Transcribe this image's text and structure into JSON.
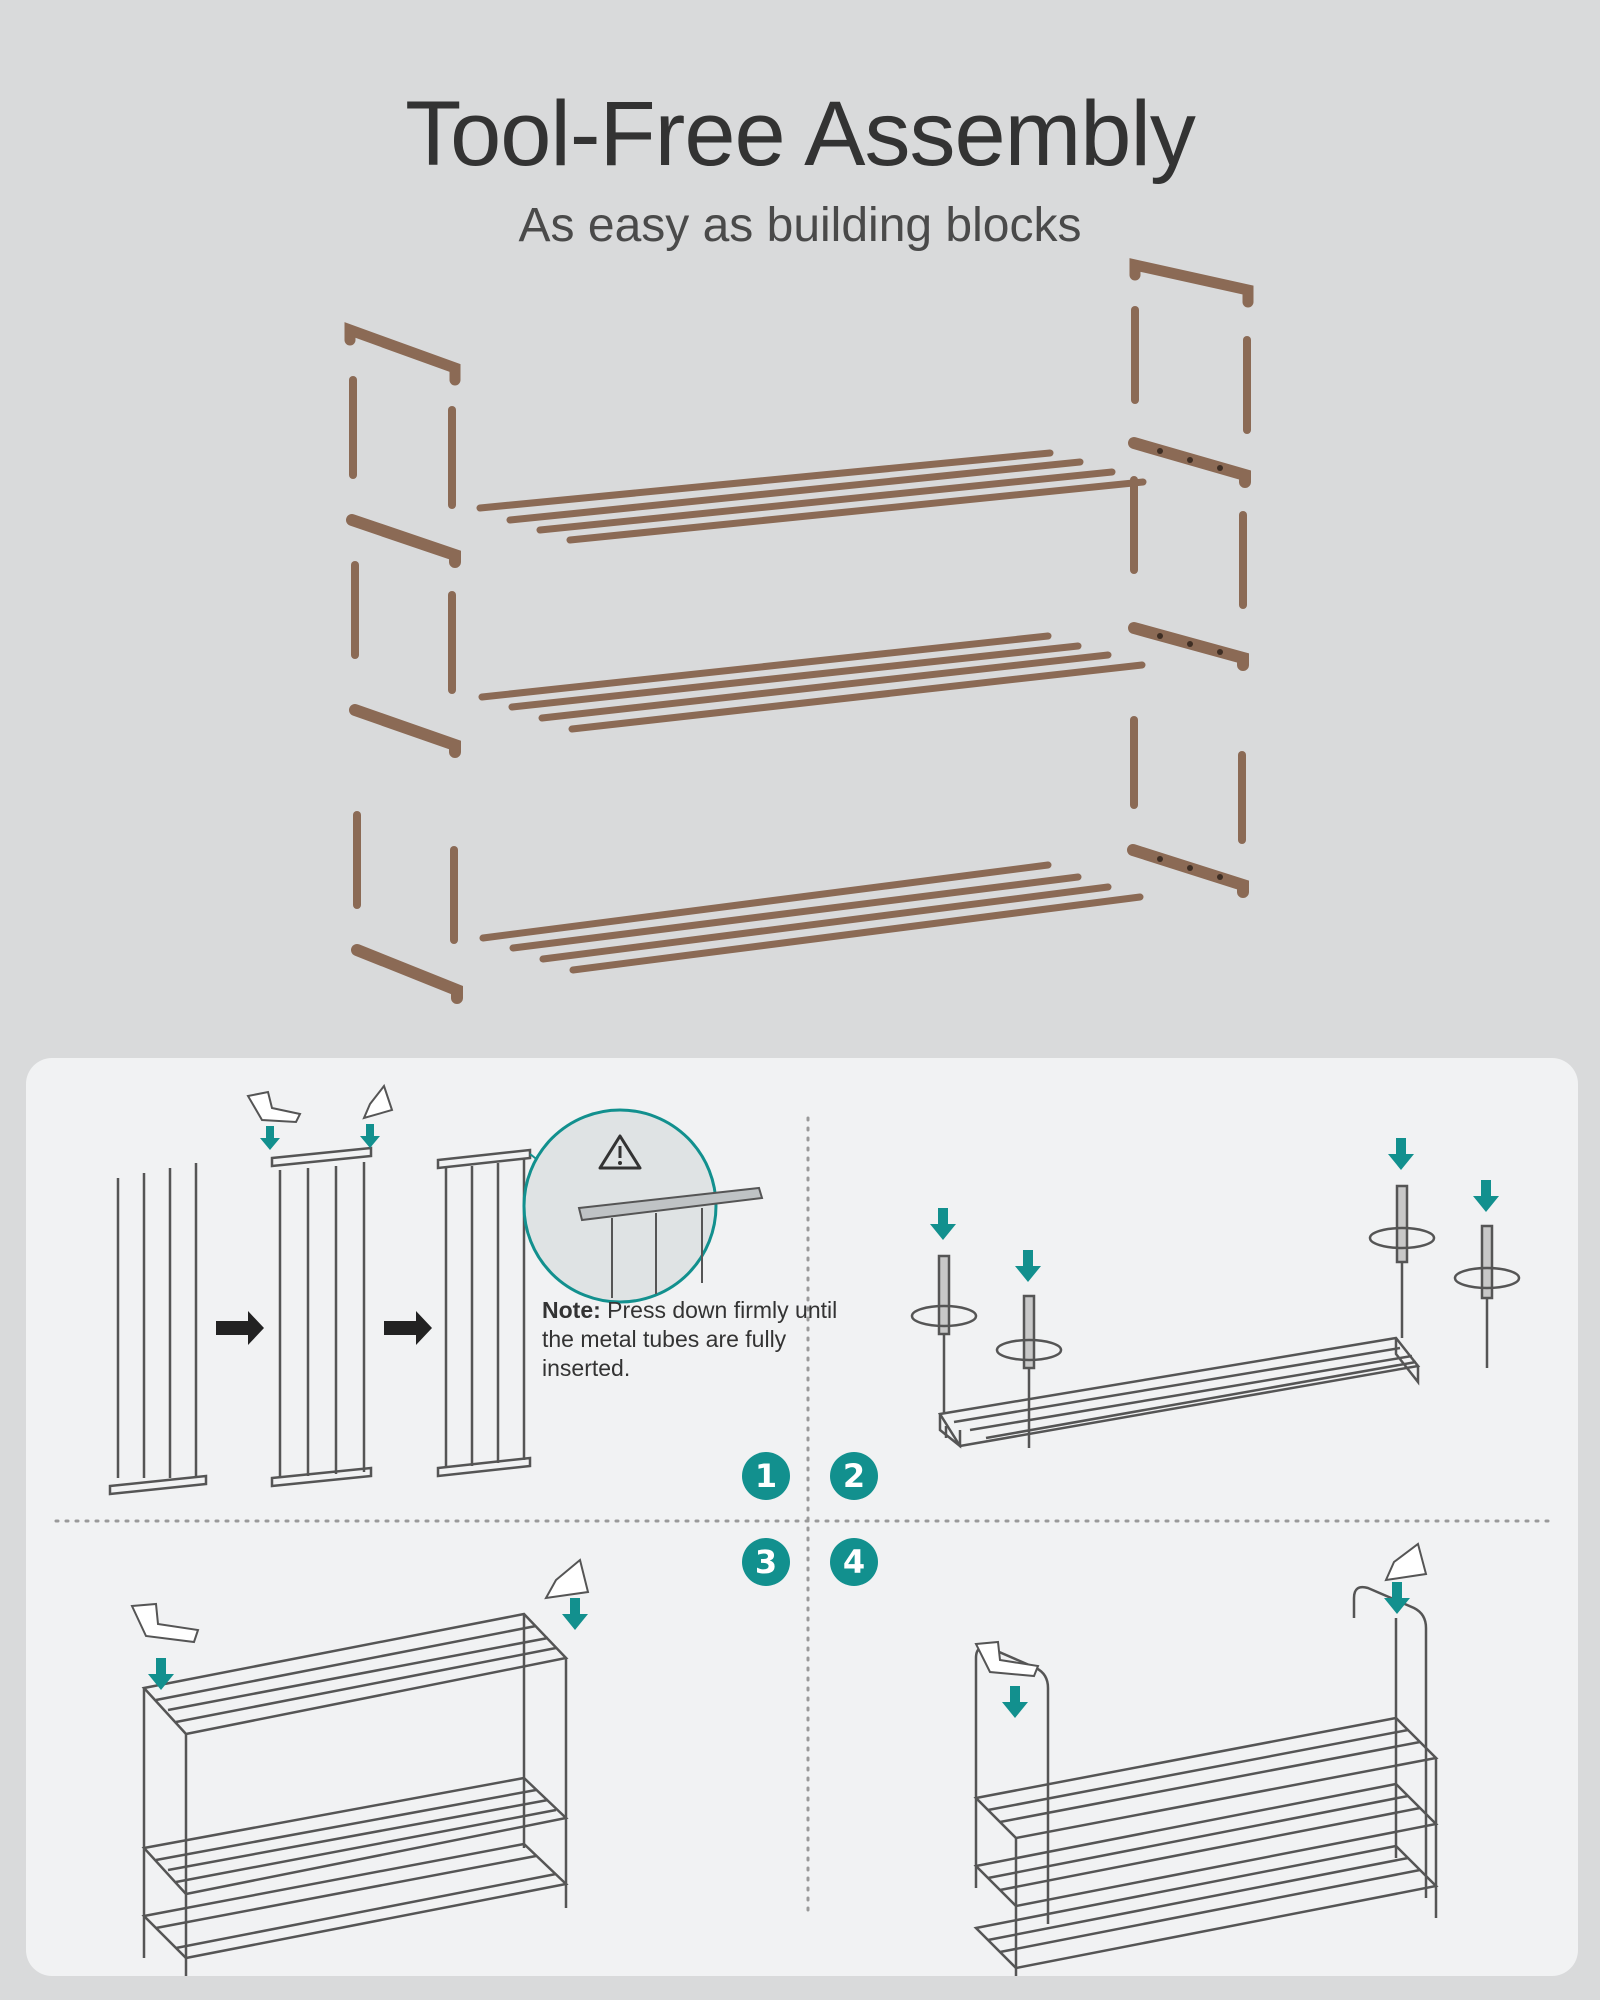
{
  "header": {
    "title": "Tool-Free Assembly",
    "subtitle": "As easy as building blocks"
  },
  "instructions": {
    "note_label": "Note:",
    "note_text": "Press down firmly until the metal tubes are fully inserted.",
    "steps": [
      "1",
      "2",
      "3",
      "4"
    ]
  },
  "colors": {
    "background": "#d9dadb",
    "panel": "#f1f2f3",
    "rack_brown": "#8b6a55",
    "accent_teal": "#12908e",
    "line_art": "#555555"
  },
  "icons": [
    "warning-icon",
    "hand-press-icon",
    "arrow-right-icon",
    "arrow-down-icon",
    "rotate-icon"
  ]
}
